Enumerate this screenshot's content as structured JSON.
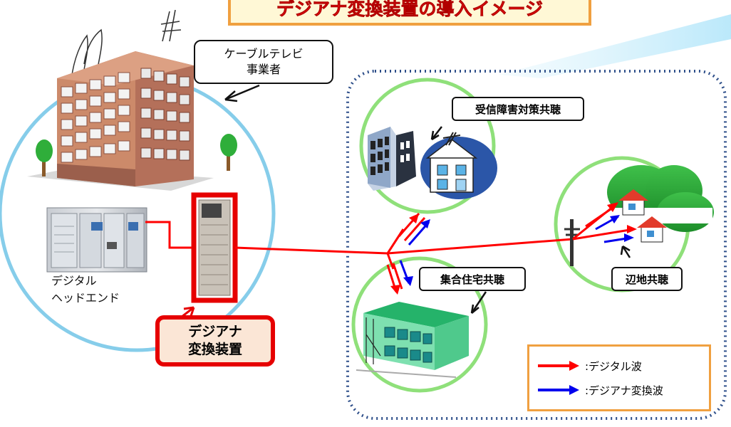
{
  "title": "デジアナ変換装置の導入イメージ",
  "labels": {
    "cable_tv_operator": [
      "ケーブルテレビ",
      "事業者"
    ],
    "digital_headend": [
      "デジタル",
      "ヘッドエンド"
    ],
    "digiana_device": [
      "デジアナ",
      "変換装置"
    ],
    "interference_sharing": "受信障害対策共聴",
    "apartment_sharing": "集合住宅共聴",
    "remote_sharing": "辺地共聴"
  },
  "legend": [
    {
      "label": ":デジタル波",
      "color": "#ff0000"
    },
    {
      "label": ":デジアナ変換波",
      "color": "#0000ee"
    }
  ],
  "colors": {
    "digital_wave": "#ff0000",
    "converted_wave": "#0000ee",
    "accent_orange": "#f0a040",
    "operator_circle": "#7fd0f0",
    "area_circle": "#8fe07a",
    "dotted_border": "#2e4f8a"
  }
}
